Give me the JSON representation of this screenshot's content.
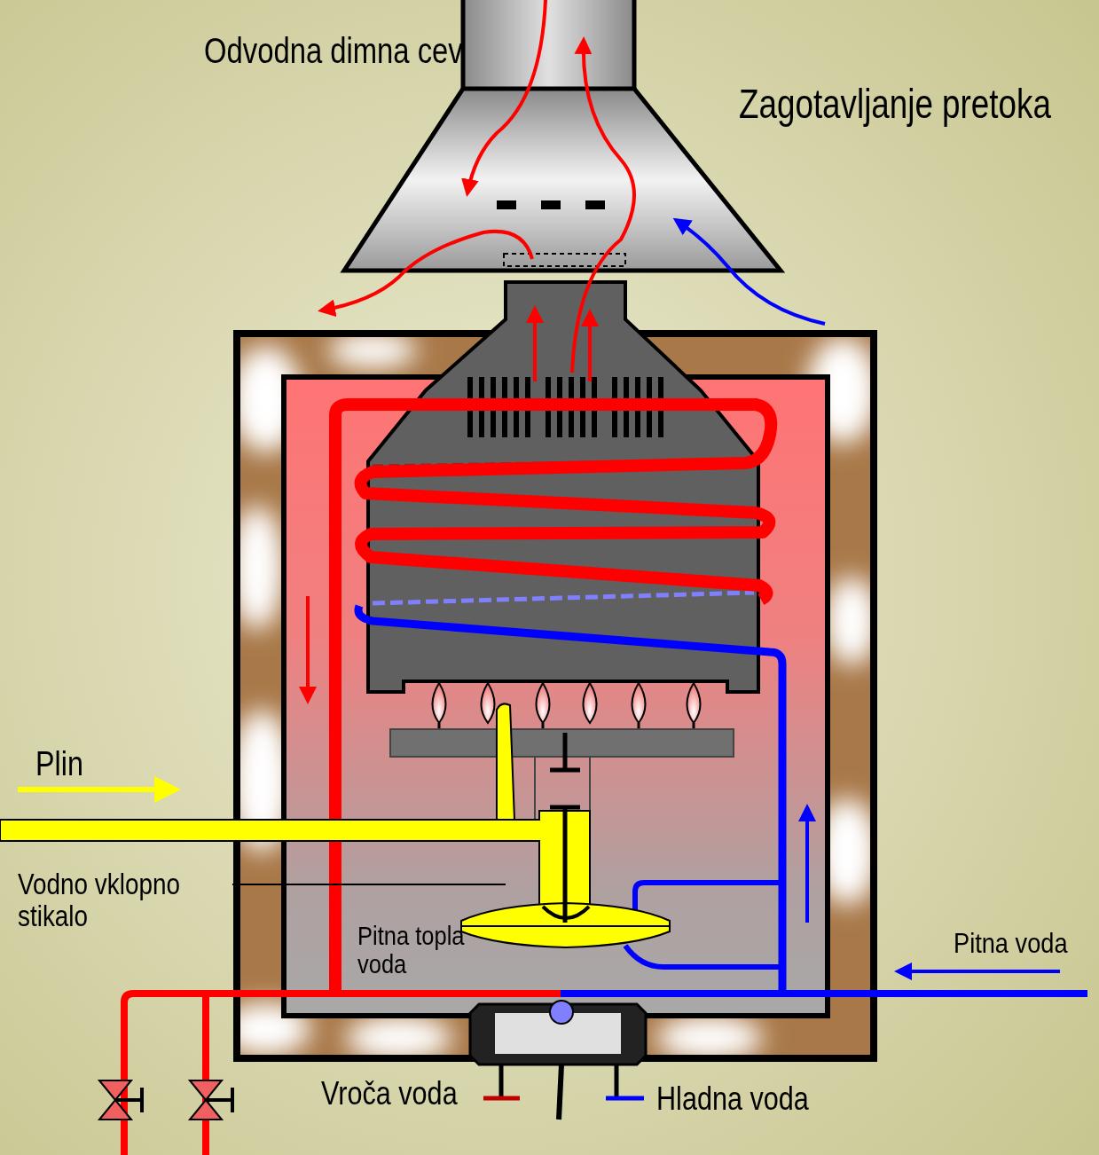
{
  "diagram": {
    "labels": [
      "Odvodna dimna cev",
      "Zagotavljanje pretoka",
      "Plin",
      "Vodno vklopno stikalo",
      "Pitna topla voda",
      "Pitna voda",
      "Vroča voda",
      "Hladna voda"
    ]
  }
}
